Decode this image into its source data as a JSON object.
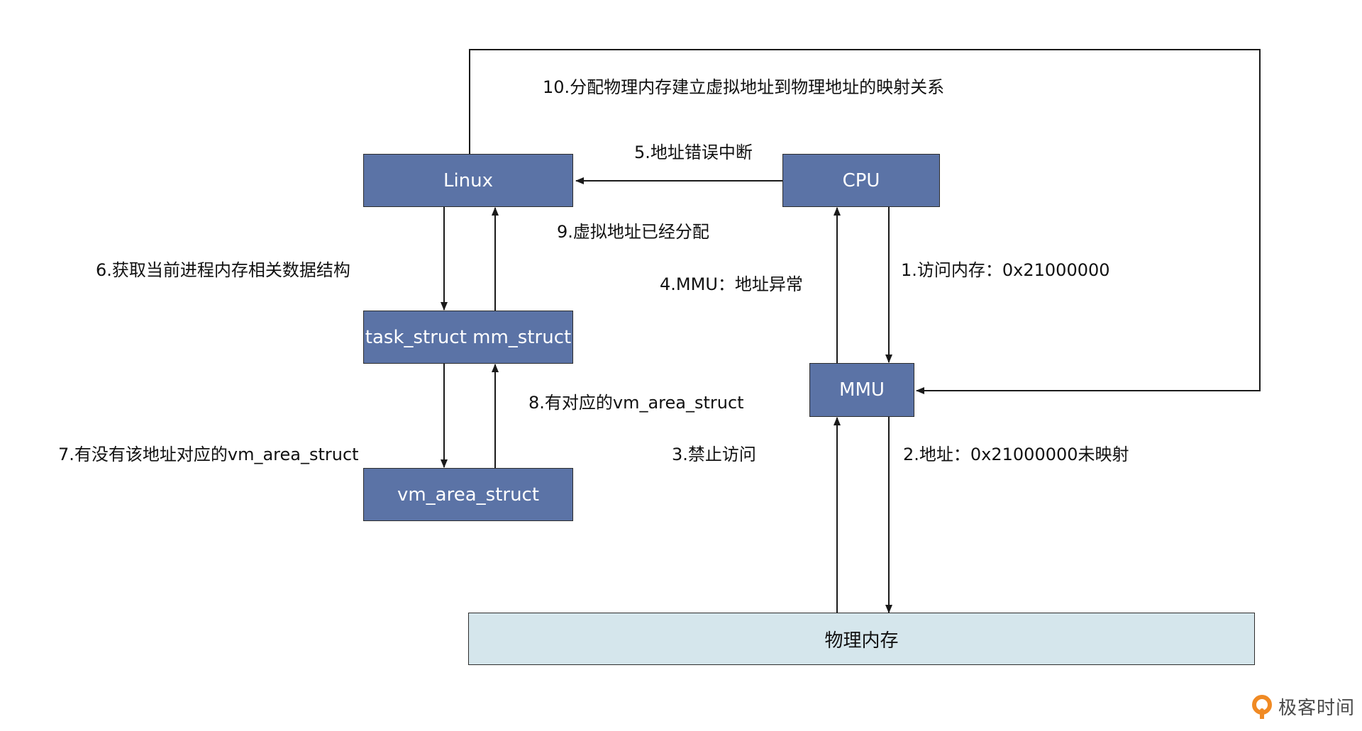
{
  "nodes": {
    "linux": "Linux",
    "cpu": "CPU",
    "task_mm": "task_struct mm_struct",
    "mmu": "MMU",
    "vm_area": "vm_area_struct",
    "phys_mem": "物理内存"
  },
  "steps": {
    "s1": "1.访问内存：0x21000000",
    "s2": "2.地址：0x21000000未映射",
    "s3": "3.禁止访问",
    "s4": "4.MMU：地址异常",
    "s5": "5.地址错误中断",
    "s6": "6.获取当前进程内存相关数据结构",
    "s7": "7.有没有该地址对应的vm_area_struct",
    "s8": "8.有对应的vm_area_struct",
    "s9": "9.虚拟地址已经分配",
    "s10": "10.分配物理内存建立虚拟地址到物理地址的映射关系"
  },
  "watermark": "极客时间",
  "colors": {
    "node_fill": "#5b73a6",
    "memory_fill": "#d5e6ec",
    "line": "#2d2d2d",
    "logo_accent": "#f08a24"
  }
}
